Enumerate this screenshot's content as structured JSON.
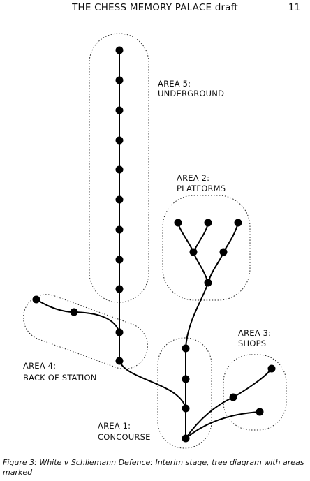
{
  "header": {
    "title": "THE CHESS MEMORY PALACE draft",
    "page_number": "11"
  },
  "areas": [
    {
      "id": "area5",
      "label_line1": "AREA 5:",
      "label_line2": "UNDERGROUND"
    },
    {
      "id": "area2",
      "label_line1": "AREA 2:",
      "label_line2": "PLATFORMS"
    },
    {
      "id": "area3",
      "label_line1": "AREA 3:",
      "label_line2": "SHOPS"
    },
    {
      "id": "area4",
      "label_line1": "AREA 4:",
      "label_line2": "BACK OF STATION"
    },
    {
      "id": "area1",
      "label_line1": "AREA 1:",
      "label_line2": "CONCOURSE"
    }
  ],
  "caption": "Figure 3: White v Schliemann Defence: Interim stage, tree diagram with areas marked"
}
